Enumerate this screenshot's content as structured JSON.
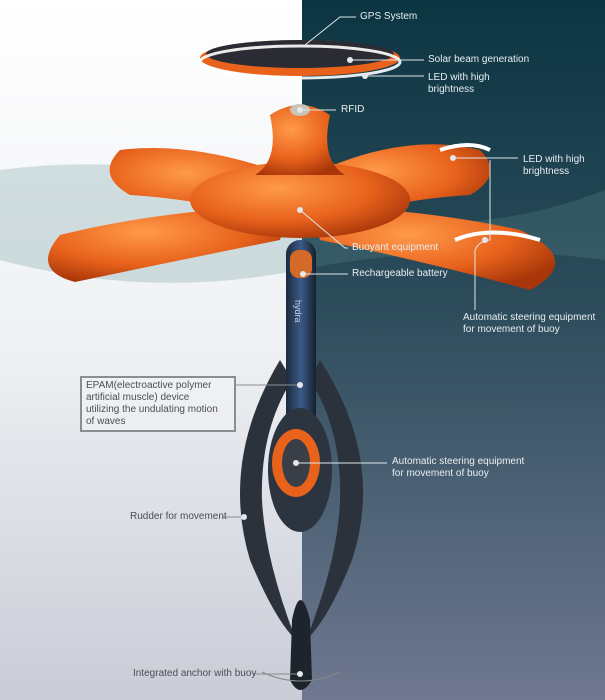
{
  "labels": {
    "gps": "GPS System",
    "solar": "Solar beam generation",
    "led_top": "LED with high\nbrightness",
    "rfid": "RFID",
    "led_arm": "LED with high\nbrightness",
    "buoyant": "Buoyant equipment",
    "battery": "Rechargeable battery",
    "steering_top": "Automatic steering equipment\nfor movement of buoy",
    "epam": "EPAM(electroactive polymer\nartificial muscle) device\nutilizing the undulating motion\nof waves",
    "steering_mid": "Automatic steering equipment\nfor movement of buoy",
    "rudder": "Rudder for movement",
    "anchor": "Integrated anchor with buoy"
  },
  "logo_text": "hydra",
  "colors": {
    "orange": "#e8621c",
    "dark_bg": "#0f3a48",
    "body": "#2f3844",
    "light_bg": "#eef0f3"
  }
}
